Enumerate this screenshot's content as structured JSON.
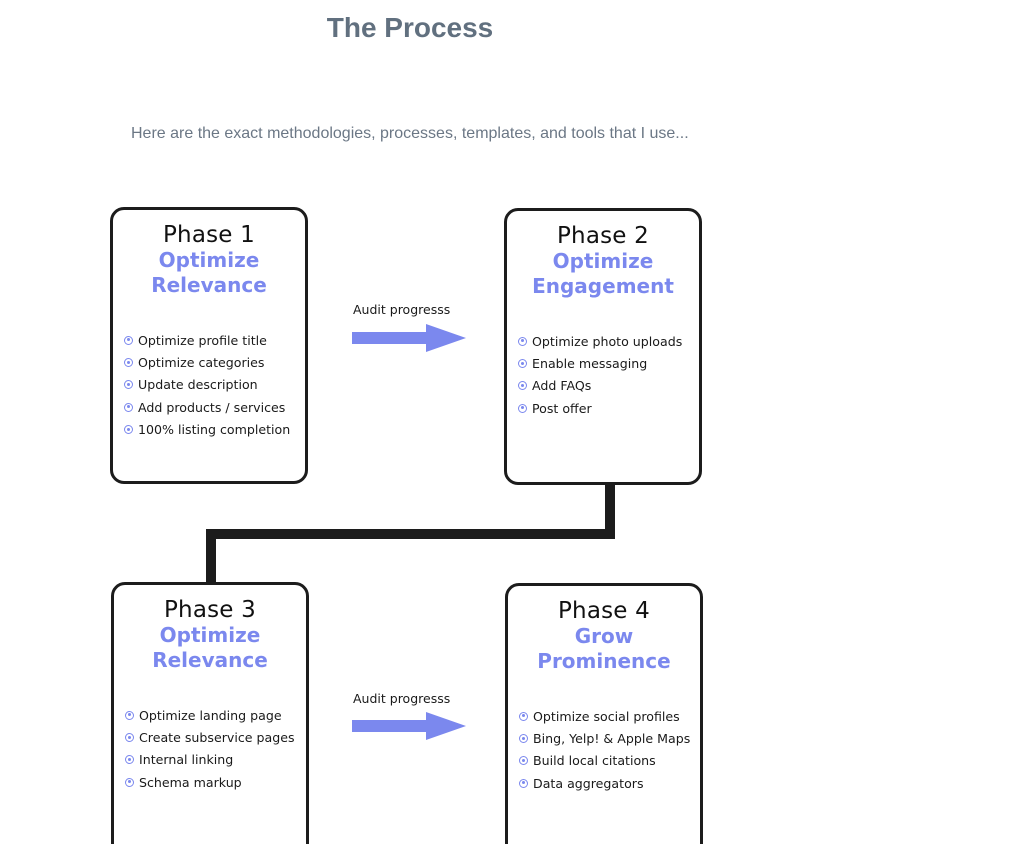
{
  "page": {
    "title": "The Process",
    "intro": "Here are the exact methodologies, processes, templates, and tools that I use..."
  },
  "colors": {
    "accent": "#7b88ee",
    "card_border": "#1c1c1c",
    "title_text": "#61707f",
    "body_text": "#6b7785"
  },
  "phases": [
    {
      "title": "Phase 1",
      "subtitle": "Optimize Relevance",
      "items": [
        "Optimize profile title",
        "Optimize categories",
        "Update description",
        "Add products / services",
        "100% listing completion"
      ]
    },
    {
      "title": "Phase 2",
      "subtitle": "Optimize Engagement",
      "items": [
        "Optimize photo uploads",
        "Enable messaging",
        "Add FAQs",
        "Post offer"
      ]
    },
    {
      "title": "Phase 3",
      "subtitle": "Optimize Relevance",
      "items": [
        "Optimize landing page",
        "Create subservice pages",
        "Internal linking",
        "Schema markup"
      ]
    },
    {
      "title": "Phase 4",
      "subtitle": "Grow Prominence",
      "items": [
        "Optimize social profiles",
        "Bing, Yelp! & Apple Maps",
        "Build local citations",
        "Data aggregators"
      ]
    }
  ],
  "transitions": [
    {
      "label": "Audit progresss",
      "icon": "right-arrow-icon"
    },
    {
      "label": "Audit progresss",
      "icon": "right-arrow-icon"
    }
  ]
}
